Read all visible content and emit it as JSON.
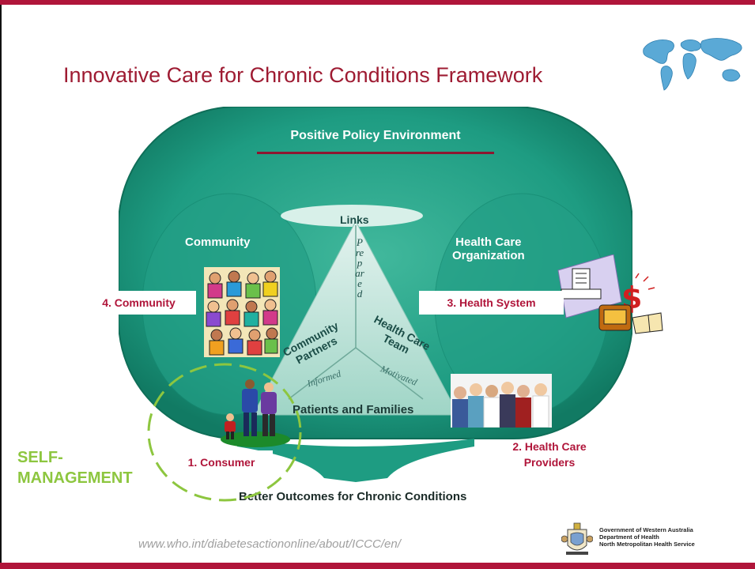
{
  "slide": {
    "title": "Innovative Care for Chronic Conditions Framework",
    "url": "www.who.int/diabetesactiononline/about/ICCC/en/"
  },
  "diagram": {
    "policy": "Positive Policy Environment",
    "community": "Community",
    "health_care_org": "Health Care Organization",
    "health_care_org_line1": "Health Care",
    "health_care_org_line2": "Organization",
    "links": "Links",
    "prepared": "Prepared",
    "community_partners": "Community Partners",
    "community_partners_line1": "Community",
    "community_partners_line2": "Partners",
    "health_care_team_line1": "Health Care",
    "health_care_team_line2": "Team",
    "informed": "Informed",
    "motivated": "Motivated",
    "patients_families": "Patients and Families",
    "outcomes": "Better Outcomes for Chronic Conditions"
  },
  "callouts": {
    "community": "4. Community",
    "health_system": "3. Health System",
    "consumer": "1. Consumer",
    "providers_line1": "2. Health Care",
    "providers_line2": "Providers",
    "self_management_line1": "SELF-",
    "self_management_line2": "MANAGEMENT"
  },
  "footer": {
    "gov_line1": "Government of Western Australia",
    "gov_line2": "Department of Health",
    "gov_line3": "North Metropolitan Health Service"
  },
  "colors": {
    "accent": "#b0153a",
    "teal": "#1e9c82",
    "self_management": "#8dc63f"
  },
  "icons": [
    "globe-icon",
    "community-crowd-icon",
    "hospital-money-icon",
    "family-icon",
    "doctors-team-icon",
    "government-crest-icon"
  ]
}
